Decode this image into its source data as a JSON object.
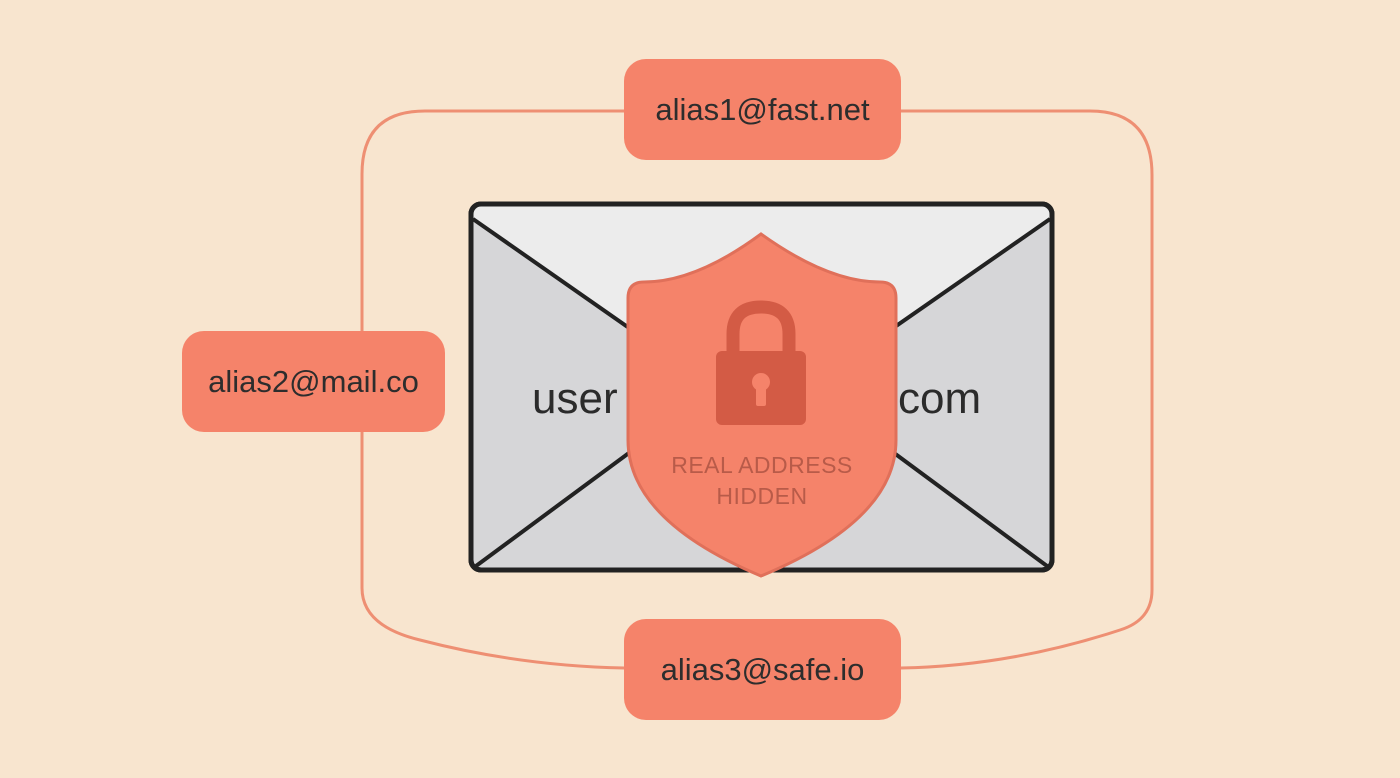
{
  "envelope": {
    "address_left_fragment": "user",
    "address_right_fragment": "com"
  },
  "shield": {
    "label_line1": "REAL ADDRESS",
    "label_line2": "HIDDEN",
    "icon": "padlock-icon"
  },
  "aliases": [
    {
      "address": "alias1@fast.net"
    },
    {
      "address": "alias2@mail.co"
    },
    {
      "address": "alias3@safe.io"
    }
  ],
  "colors": {
    "background": "#f8e5cf",
    "accent": "#f5836a",
    "connector": "#ee8f73",
    "envelope_fill": "#d6d6d8",
    "envelope_flap": "#ececec",
    "envelope_stroke": "#222222",
    "padlock": "#d35b45"
  }
}
